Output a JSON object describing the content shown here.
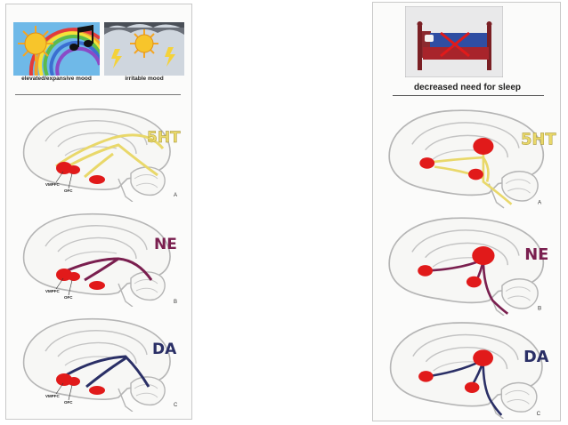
{
  "left_panel": {
    "icons": [
      {
        "caption": "elevated/expansive mood",
        "icon": "sun-rainbow-music-icon"
      },
      {
        "caption": "irritable mood",
        "icon": "storm-cloud-lightning-icon"
      }
    ],
    "diagrams": [
      {
        "neurotransmitter": "5HT",
        "letter": "A",
        "regions": [
          "VMPFC",
          "OFC"
        ],
        "color": "#e9d86a"
      },
      {
        "neurotransmitter": "NE",
        "letter": "B",
        "regions": [
          "VMPFC",
          "OFC"
        ],
        "color": "#7a1f4f"
      },
      {
        "neurotransmitter": "DA",
        "letter": "C",
        "regions": [
          "VMPFC",
          "OFC"
        ],
        "color": "#2a2f66"
      }
    ]
  },
  "right_panel": {
    "icon": {
      "caption": "decreased need for sleep",
      "icon": "crossed-out-bed-icon"
    },
    "diagrams": [
      {
        "neurotransmitter": "5HT",
        "letter": "A",
        "color": "#e9d86a"
      },
      {
        "neurotransmitter": "NE",
        "letter": "B",
        "color": "#7a1f4f"
      },
      {
        "neurotransmitter": "DA",
        "letter": "C",
        "color": "#2a2f66"
      }
    ]
  },
  "colors": {
    "hotspot": "#e11a1a",
    "brain_fill": "#f7f7f5",
    "brain_outline": "#b5b5b5"
  }
}
